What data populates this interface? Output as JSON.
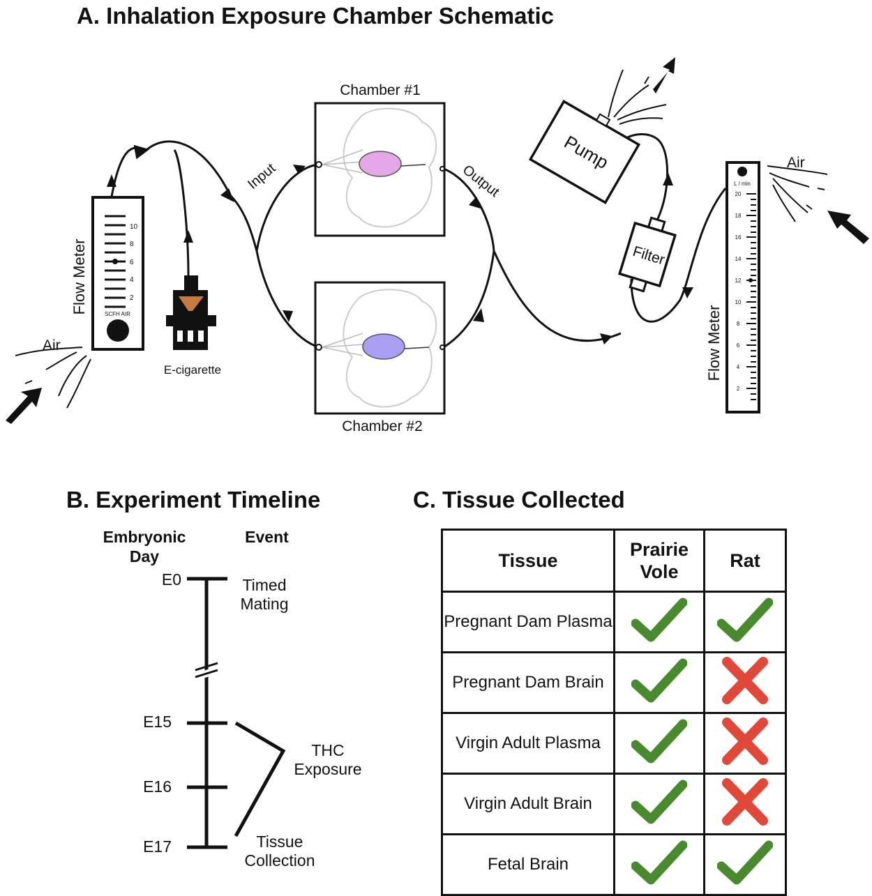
{
  "panel_a": {
    "title": "A. Inhalation Exposure Chamber Schematic",
    "chamber1": "Chamber #1",
    "chamber2": "Chamber #2",
    "input": "Input",
    "output": "Output",
    "flow_meter_left": {
      "label": "Flow Meter",
      "units": "SCFH AIR",
      "ticks": [
        "10",
        "8",
        "6",
        "4",
        "2"
      ]
    },
    "flow_meter_right": {
      "label": "Flow Meter",
      "units": "L / min",
      "ticks": [
        "20",
        "18",
        "16",
        "14",
        "12",
        "10",
        "8",
        "6",
        "4",
        "2"
      ]
    },
    "ecig": "E-cigarette",
    "pump": "Pump",
    "filter": "Filter",
    "air_left": "Air",
    "air_right": "Air",
    "mouse1_color": "#e3a6e6",
    "mouse2_color": "#a99ef2"
  },
  "panel_b": {
    "title": "B. Experiment Timeline",
    "col_day": "Embryonic Day",
    "col_event": "Event",
    "days": [
      "E0",
      "E15",
      "E16",
      "E17"
    ],
    "events": {
      "mating": "Timed Mating",
      "thc": "THC Exposure",
      "collection": "Tissue Collection"
    }
  },
  "panel_c": {
    "title": "C. Tissue Collected",
    "headers": [
      "Tissue",
      "Prairie Vole",
      "Rat"
    ],
    "rows": [
      {
        "tissue": "Pregnant Dam Plasma",
        "vole": "check",
        "rat": "check"
      },
      {
        "tissue": "Pregnant Dam Brain",
        "vole": "check",
        "rat": "cross"
      },
      {
        "tissue": "Virgin Adult Plasma",
        "vole": "check",
        "rat": "cross"
      },
      {
        "tissue": "Virgin Adult Brain",
        "vole": "check",
        "rat": "cross"
      },
      {
        "tissue": "Fetal Brain",
        "vole": "check",
        "rat": "check"
      }
    ],
    "check_color": "#4a8a2e",
    "cross_color": "#e0483a"
  }
}
